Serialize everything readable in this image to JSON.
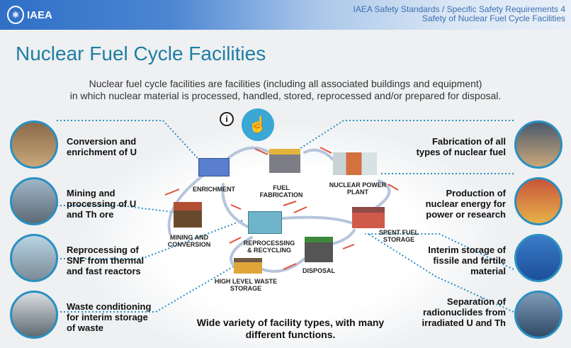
{
  "header": {
    "logo": "IAEA",
    "line1": "IAEA Safety Standards / Specific Safety Requirements 4",
    "line2": "Safety of Nuclear Fuel Cycle Facilities"
  },
  "title": "Nuclear Fuel Cycle Facilities",
  "intro": {
    "line1": "Nuclear fuel cycle facilities are facilities (including all associated buildings and equipment)",
    "line2": "in which nuclear material is processed, handled, stored, reprocessed and/or prepared for disposal."
  },
  "left_items": [
    {
      "label": "Conversion and enrichment of U"
    },
    {
      "label": "Mining and processing of U and Th ore"
    },
    {
      "label": "Reprocessing of SNF from thermal and fast reactors"
    },
    {
      "label": "Waste conditioning for interim storage of waste"
    }
  ],
  "right_items": [
    {
      "label": "Fabrication of all types of nuclear fuel"
    },
    {
      "label": "Production of nuclear energy for power or research"
    },
    {
      "label": "Interim storage of fissile and fertile material"
    },
    {
      "label": "Separation of radionuclides from irradiated U and Th"
    }
  ],
  "facilities": {
    "enrichment": "ENRICHMENT",
    "fuel_fabrication": "FUEL FABRICATION",
    "npp": "NUCLEAR POWER PLANT",
    "mining": "MINING AND CONVERSION",
    "reprocessing": "REPROCESSING & RECYCLING",
    "spent_fuel": "SPENT FUEL STORAGE",
    "hlw": "HIGH LEVEL WASTE STORAGE",
    "disposal": "DISPOSAL"
  },
  "info_icon": "i",
  "footer": "Wide variety of facility types, with many different functions.",
  "colors": {
    "accent": "#1f7ea3",
    "dotted": "#2a8fc0",
    "arrow": "#e0503a"
  }
}
